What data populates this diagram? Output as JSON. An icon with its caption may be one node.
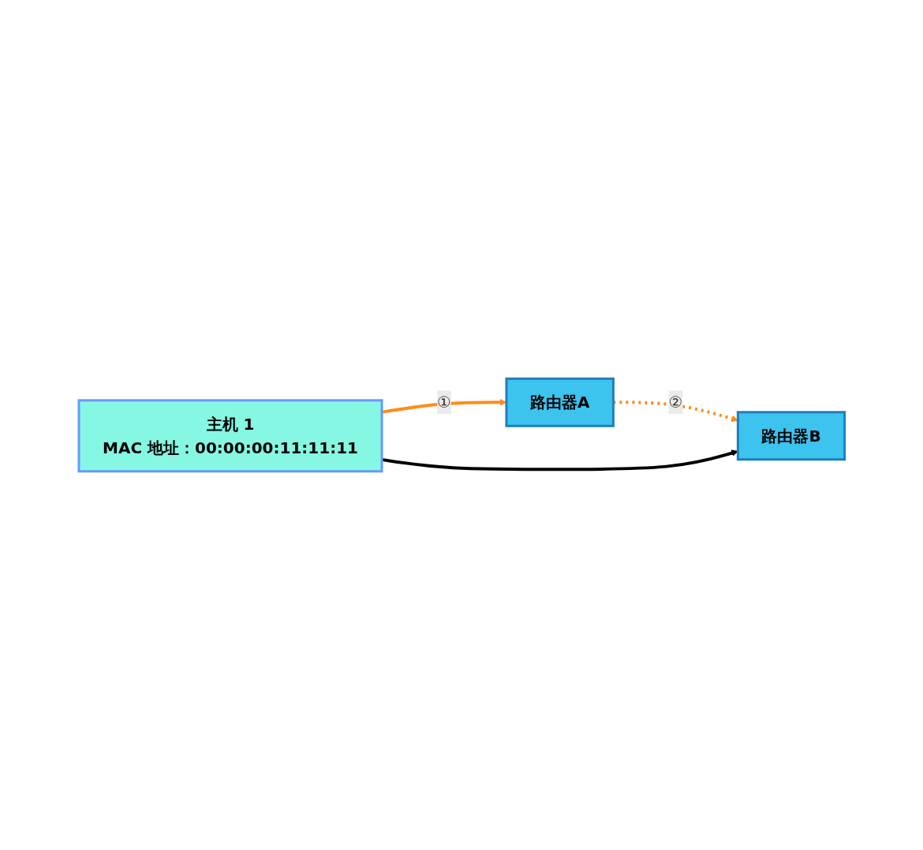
{
  "diagram": {
    "nodes": [
      {
        "text": [
          "主机 1",
          "MAC 地址：00:00:00:11:11:11"
        ]
      },
      {
        "text": [
          "路由器A"
        ]
      },
      {
        "text": [
          "路由器B"
        ]
      }
    ],
    "edges": [
      {
        "from": 0,
        "to": 1,
        "arrow": "to",
        "label": "①",
        "color": "#ff8c1a"
      },
      {
        "from": 1,
        "to": 2,
        "arrow": "to",
        "label": "②",
        "style": "dashed",
        "color": "#ff8c1a"
      },
      {
        "from": 0,
        "to": 2,
        "arrow": "to",
        "color": "#000000"
      }
    ]
  }
}
